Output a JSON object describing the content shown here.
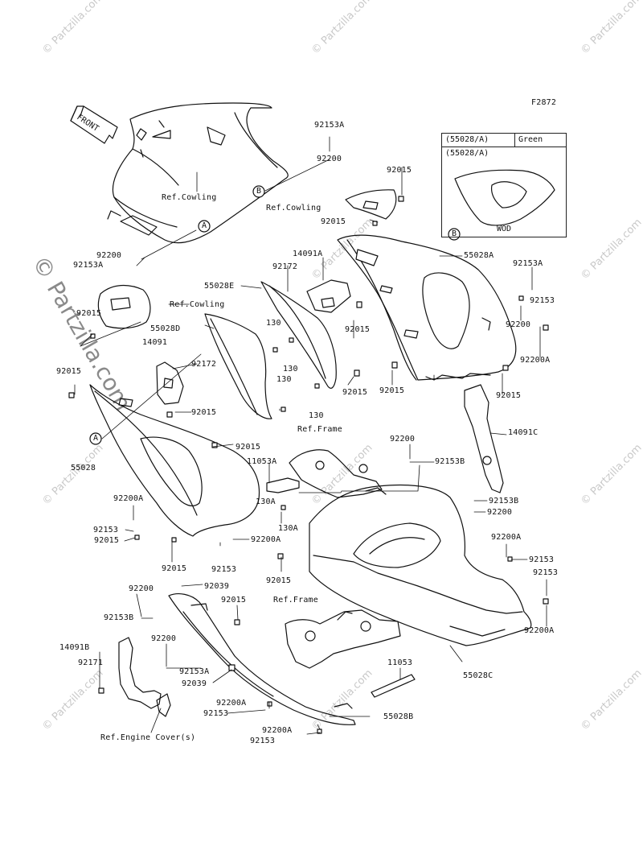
{
  "figure_code": "F2872",
  "watermark": "© Partzilla.com",
  "legend": {
    "header_part": "(55028/A)",
    "header_color": "Green",
    "sub_part": "(55028/A)",
    "footer": "WOD"
  },
  "front_label": "FRONT",
  "callouts": {
    "a": "A",
    "b": "B"
  },
  "labels": {
    "l92153A_top": "92153A",
    "l92200_top": "92200",
    "l92015_tr": "92015",
    "refcowling_1": "Ref.Cowling",
    "refcowling_2": "Ref.Cowling",
    "l92015_b": "92015",
    "l92200_left": "92200",
    "l92153A_left": "92153A",
    "l14091A": "14091A",
    "l92172": "92172",
    "l55028A": "55028A",
    "l92153A_r": "92153A",
    "l55028E": "55028E",
    "refcowling_3": "Ref.Cowling",
    "l92153_r1": "92153",
    "l92015_left1": "92015",
    "l92015_mid1": "92015",
    "l92200_r1": "92200",
    "l55028D": "55028D",
    "l130_1": "130",
    "l14091": "14091",
    "l92200A_r1": "92200A",
    "l92172_b": "92172",
    "l130_2": "130",
    "l92015_left2": "92015",
    "l130_3": "130",
    "l92015_mid2": "92015",
    "l92015_mid3": "92015",
    "l92015_r2": "92015",
    "l92015_c1": "92015",
    "l130_4": "130",
    "refframe_1": "Ref.Frame",
    "l14091C": "14091C",
    "l92200_c": "92200",
    "l92153B_c": "92153B",
    "l92015_c2": "92015",
    "l55028": "55028",
    "l11053A": "11053A",
    "l92153B_r": "92153B",
    "l92200_r2": "92200",
    "l92200A_l": "92200A",
    "l130A": "130A",
    "l92153_l": "92153",
    "l92200A_c": "92200A",
    "l92200A_r2": "92200A",
    "l92015_l3": "92015",
    "l92153_r2": "92153",
    "l92153_r3": "92153",
    "l92015_b1": "92015",
    "l92153_b": "92153",
    "l92015_b2": "92015",
    "l92200_b": "92200",
    "l92039_a": "92039",
    "refframe_2": "Ref.Frame",
    "l92153B_b": "92153B",
    "l92015_b3": "92015",
    "l92200A_r3": "92200A",
    "l92200_b2": "92200",
    "l14091B": "14091B",
    "l11053": "11053",
    "l92171": "92171",
    "l92153A_b": "92153A",
    "l55028C": "55028C",
    "l92039_b": "92039",
    "l92200A_b": "92200A",
    "l92153_b2": "92153",
    "l55028B": "55028B",
    "l92200A_b2": "92200A",
    "l92153_b3": "92153",
    "refengine": "Ref.Engine Cover(s)"
  }
}
